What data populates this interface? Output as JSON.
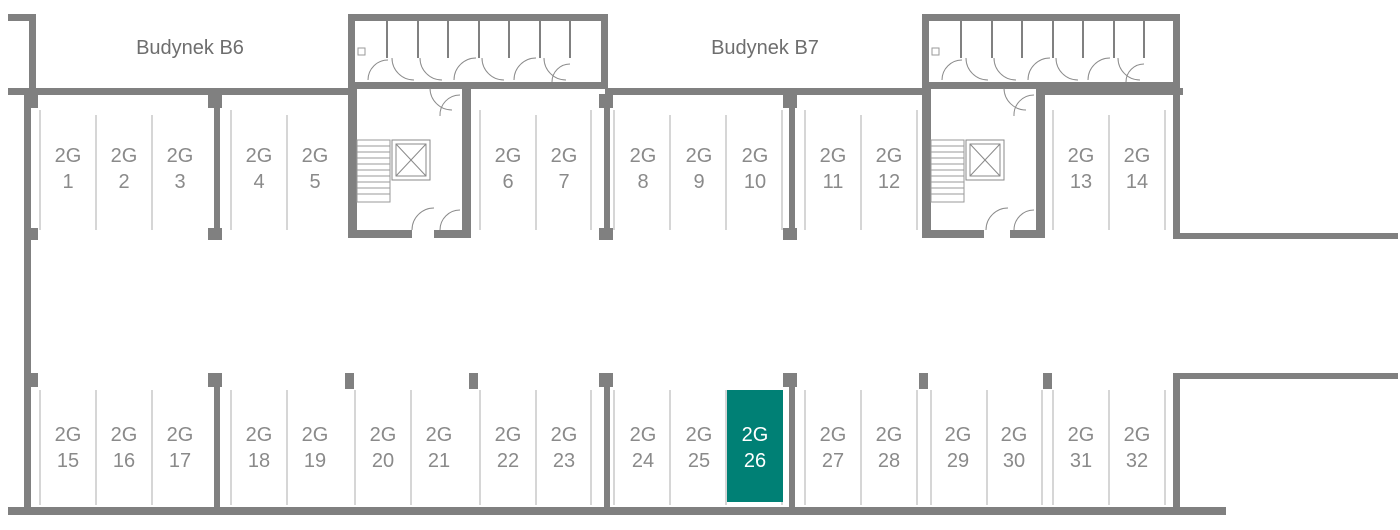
{
  "buildings": [
    {
      "id": "b6",
      "label": "Budynek B6"
    },
    {
      "id": "b7",
      "label": "Budynek B7"
    }
  ],
  "colors": {
    "wall": "#808080",
    "divider": "#c8c8c8",
    "thin": "#9a9a9a",
    "label": "#8a8a8a",
    "selected": "#008075",
    "selected_text": "#ffffff"
  },
  "prefix": "2G",
  "selected_spot": "26",
  "spots_top": [
    "1",
    "2",
    "3",
    "4",
    "5",
    "6",
    "7",
    "8",
    "9",
    "10",
    "11",
    "12",
    "13",
    "14"
  ],
  "spots_bottom": [
    "15",
    "16",
    "17",
    "18",
    "19",
    "20",
    "21",
    "22",
    "23",
    "24",
    "25",
    "26",
    "27",
    "28",
    "29",
    "30",
    "31",
    "32"
  ],
  "icons": [
    "staircase-icon",
    "elevator-icon",
    "door-swing-icon",
    "storage-cell-icon"
  ]
}
